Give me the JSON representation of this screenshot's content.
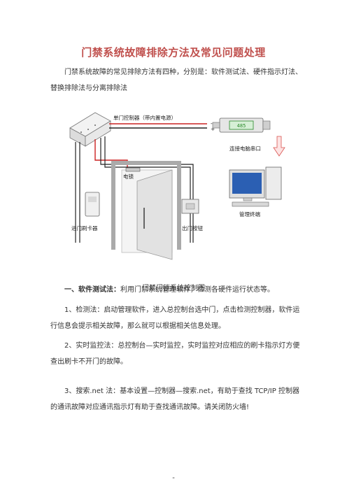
{
  "title": "门禁系统故障排除方法及常见问题处理",
  "intro": "门禁系统故障的常见排除方法有四种，分别是：软件测试法、硬件指示灯法、替换排除法与分离排除法",
  "diagram": {
    "labels": {
      "controller": "单门控制器（带内置电源）",
      "converter_display": "485",
      "pc_port": "连接电脑串口",
      "lock": "电锁",
      "card_reader": "进门刷卡器",
      "exit_button": "出门按钮",
      "terminal": "管理终端"
    },
    "wire_signs": {
      "minus": "-",
      "plus": "+"
    },
    "colors": {
      "wire_red": "#cc2222",
      "wire_black": "#222222",
      "arrow": "#d9534f"
    }
  },
  "caption": "门禁门锁系统控制图",
  "sections": [
    {
      "lead": "一、软件测试法：",
      "text": "利用门禁系统管理软件，检测各硬件运行状态等。"
    },
    {
      "lead": "",
      "text": "1、检测法：启动管理软件，进入总控制台选中门，点击检测控制器，软件运行信息会提示相关故障，那么就可以根据相关信息处理。"
    },
    {
      "lead": "",
      "text": "2、实时监控法：总控制台—实时监控，实时监控对应相应的刷卡指示灯方便查出刷卡不开门的故障。"
    },
    {
      "lead": "",
      "text": "3、搜索.net 法：基本设置—控制器—搜索.net，有助于查找 TCP/IP 控制器的通讯故障对应通讯指示灯有助于查找通讯故障。请关闭防火墙!"
    }
  ],
  "page_mark": "-"
}
